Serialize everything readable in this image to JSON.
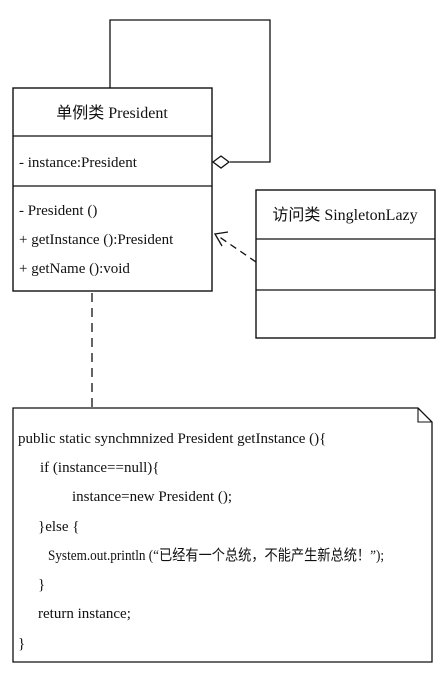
{
  "president_class": {
    "title": "单例类 President",
    "attributes": [
      "- instance:President"
    ],
    "methods": [
      "- President ()",
      "+ getInstance ():President",
      "+ getName ():void"
    ]
  },
  "singleton_lazy_class": {
    "title": "访问类 SingletonLazy"
  },
  "note": {
    "lines": [
      "public static synchmnized President getInstance (){",
      "if (instance==null){",
      "instance=new President ();",
      "}else {",
      "System.out.println (“已经有一个总统，不能产生新总统！”);",
      "}",
      "return instance;",
      "}"
    ]
  }
}
